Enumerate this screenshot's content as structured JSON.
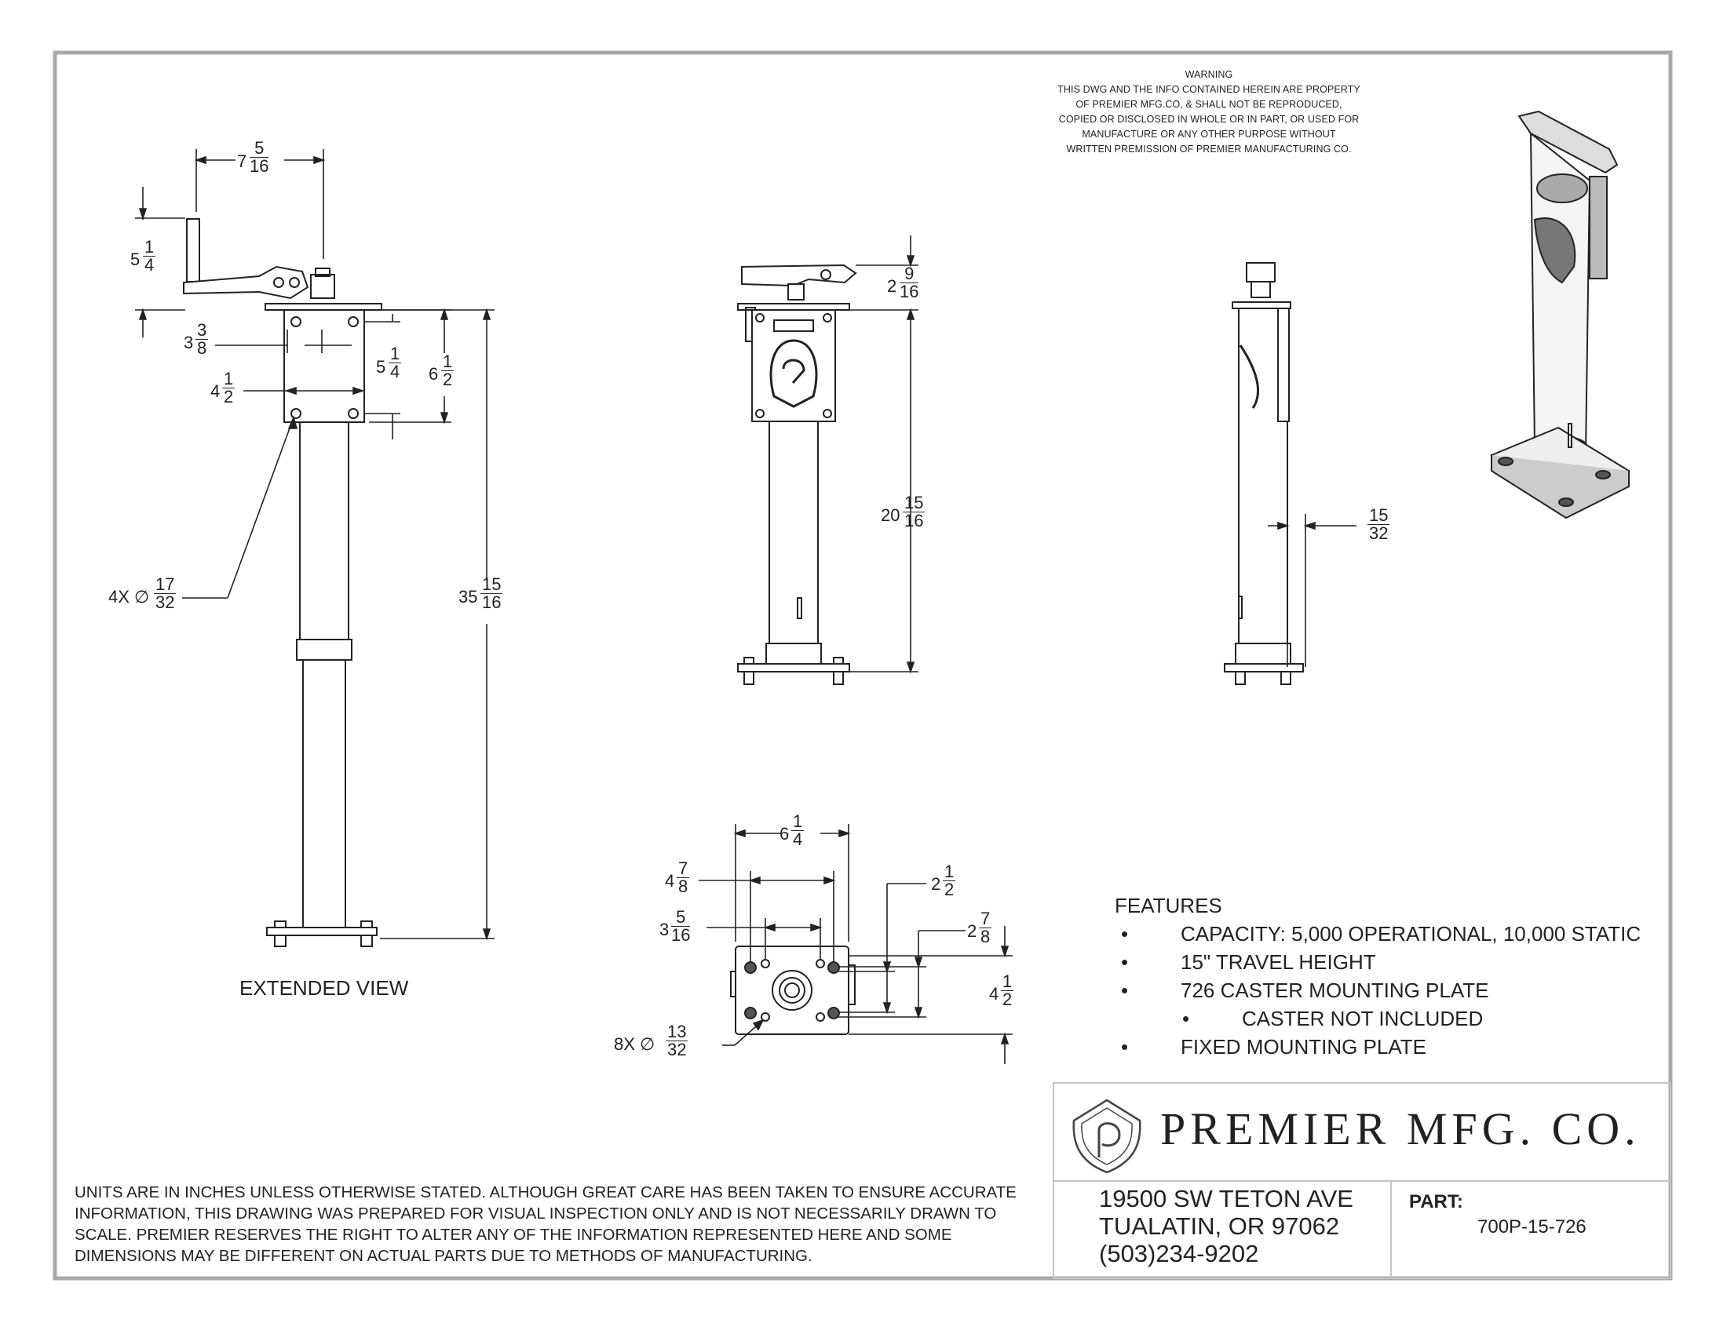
{
  "warning": {
    "lines": [
      "WARNING",
      "THIS DWG AND THE INFO CONTAINED HEREIN ARE PROPERTY",
      "OF PREMIER MFG.CO, & SHALL NOT BE REPRODUCED,",
      "COPIED OR DISCLOSED IN WHOLE OR IN PART, OR USED FOR",
      "MANUFACTURE OR ANY OTHER PURPOSE WITHOUT",
      "WRITTEN PREMISSION OF PREMIER MANUFACTURING CO."
    ]
  },
  "views": {
    "extended_label": "EXTENDED VIEW"
  },
  "dimensions": {
    "handle_width": {
      "whole": "7",
      "num": "5",
      "den": "16"
    },
    "handle_height": {
      "whole": "5",
      "num": "1",
      "den": "4"
    },
    "plate_offset": {
      "whole": "3",
      "num": "3",
      "den": "8"
    },
    "plate_hole_width": {
      "whole": "4",
      "num": "1",
      "den": "2"
    },
    "plate_hole_height": {
      "whole": "5",
      "num": "1",
      "den": "4"
    },
    "plate_height": {
      "whole": "6",
      "num": "1",
      "den": "2"
    },
    "hole_dia_top": {
      "prefix": "4X ∅",
      "num": "17",
      "den": "32"
    },
    "extended_height": {
      "whole": "35",
      "num": "15",
      "den": "16"
    },
    "head_height": {
      "whole": "2",
      "num": "9",
      "den": "16"
    },
    "retracted_height": {
      "whole": "20",
      "num": "15",
      "den": "16"
    },
    "side_offset": {
      "num": "15",
      "den": "32"
    },
    "base_width": {
      "whole": "6",
      "num": "1",
      "den": "4"
    },
    "base_hole_x1": {
      "whole": "4",
      "num": "7",
      "den": "8"
    },
    "base_hole_x2": {
      "whole": "3",
      "num": "5",
      "den": "16"
    },
    "base_hole_y1": {
      "whole": "2",
      "num": "1",
      "den": "2"
    },
    "base_hole_y2": {
      "whole": "2",
      "num": "7",
      "den": "8"
    },
    "base_height": {
      "whole": "4",
      "num": "1",
      "den": "2"
    },
    "hole_dia_base": {
      "prefix": "8X ∅",
      "num": "13",
      "den": "32"
    }
  },
  "features": {
    "heading": "FEATURES",
    "items": [
      {
        "bullet": "•",
        "text": "CAPACITY: 5,000 OPERATIONAL, 10,000 STATIC",
        "level": 1
      },
      {
        "bullet": "•",
        "text": "15\" TRAVEL HEIGHT",
        "level": 1
      },
      {
        "bullet": "•",
        "text": "726 CASTER MOUNTING PLATE",
        "level": 1
      },
      {
        "bullet": "•",
        "text": "CASTER NOT INCLUDED",
        "level": 2
      },
      {
        "bullet": "•",
        "text": "FIXED MOUNTING PLATE",
        "level": 1
      }
    ]
  },
  "title_block": {
    "company": "PREMIER MFG. CO.",
    "address_line1": "19500 SW TETON AVE",
    "address_line2": "TUALATIN, OR 97062",
    "phone": "(503)234-9202",
    "part_label": "PART:",
    "part_number": "700P-15-726",
    "logo_icon": "premier-p-shield-logo"
  },
  "disclaimer": {
    "lines": [
      "UNITS ARE IN INCHES UNLESS OTHERWISE STATED.  ALTHOUGH GREAT CARE HAS BEEN TAKEN TO ENSURE ACCURATE",
      "INFORMATION, THIS DRAWING WAS PREPARED FOR VISUAL INSPECTION ONLY AND IS NOT NECESSARILY DRAWN TO",
      "SCALE.  PREMIER RESERVES THE RIGHT TO ALTER ANY OF THE INFORMATION REPRESENTED HERE AND SOME",
      "DIMENSIONS MAY BE DIFFERENT ON ACTUAL PARTS DUE TO METHODS OF MANUFACTURING."
    ]
  },
  "colors": {
    "border": "#a9a9a9",
    "line": "#222222",
    "text": "#2a2a2a"
  }
}
